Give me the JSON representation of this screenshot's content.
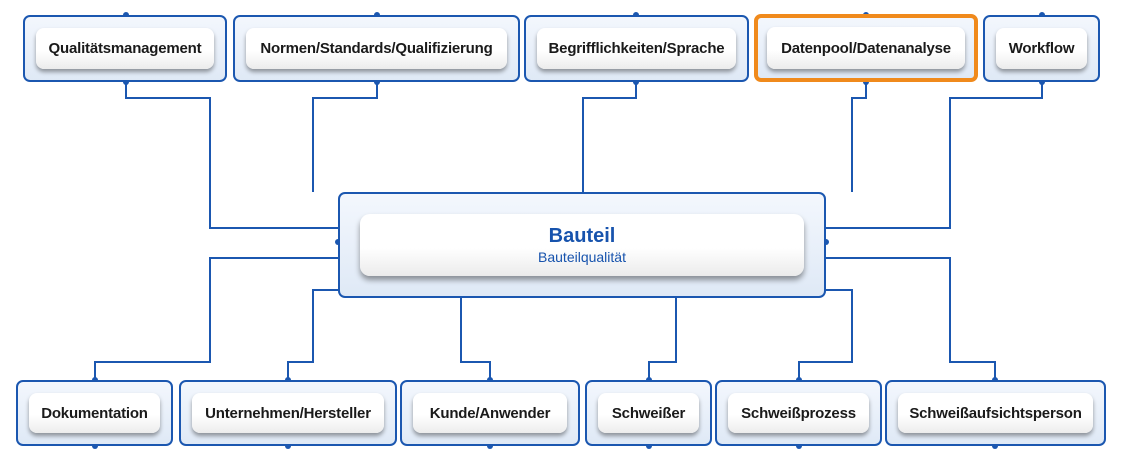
{
  "top_nodes": [
    {
      "label": "Qualitätsmanagement"
    },
    {
      "label": "Normen/Standards/Qualifizierung"
    },
    {
      "label": "Begrifflichkeiten/Sprache"
    },
    {
      "label": "Datenpool/Datenanalyse",
      "highlighted": true
    },
    {
      "label": "Workflow"
    }
  ],
  "center_node": {
    "title": "Bauteil",
    "subtitle": "Bauteilqualität"
  },
  "bottom_nodes": [
    {
      "label": "Dokumentation"
    },
    {
      "label": "Unternehmen/Hersteller"
    },
    {
      "label": "Kunde/Anwender"
    },
    {
      "label": "Schweißer"
    },
    {
      "label": "Schweißprozess"
    },
    {
      "label": "Schweißaufsichtsperson"
    }
  ],
  "colors": {
    "line": "#1b57b0",
    "highlight": "#f08a1c",
    "text": "#1753ad"
  }
}
